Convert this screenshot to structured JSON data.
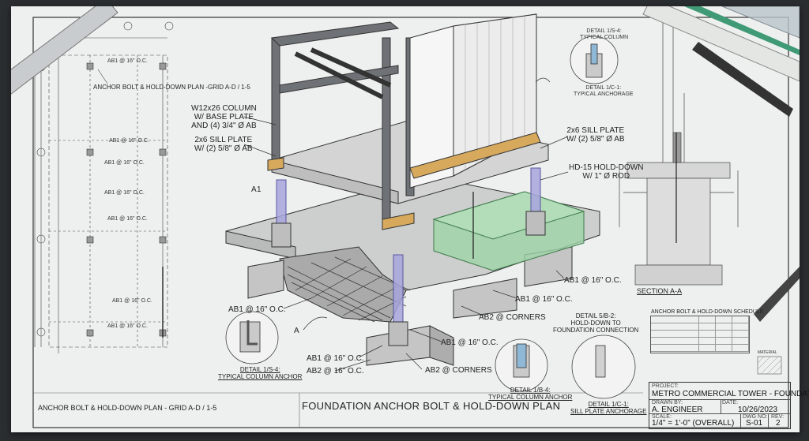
{
  "title_main": "FOUNDATION ANCHOR BOLT & HOLD-DOWN PLAN",
  "plan": {
    "title": "ANCHOR BOLT & HOLD-DOWN PLAN - GRID A-D / 1-5",
    "callout": "ANCHOR BOLT & HOLD-DOWN PLAN -GRID A-D / 1-5",
    "notes": [
      "AB1 @ 16\" O.C.",
      "AB1 @ 16\" O.C.",
      "AB1 @ 16\" O.C.",
      "AB1 @ 16\" O.C.",
      "AB1 @ 16\" O.C.",
      "AB1 @ 16\" O.C.",
      "AB1 @ 16\" O.C."
    ]
  },
  "iso_labels": {
    "column": "W12x26 COLUMN\nW/ BASE PLATE\nAND (4) 3/4\" Ø AB",
    "sill_left": "2x6 SILL PLATE\nW/ (2) 5/8\" Ø AB",
    "sill_right": "2x6 SILL PLATE\nW/ (2) 5/8\" Ø AB",
    "holddown": "HD-15 HOLD-DOWN\nW/ 1\" Ø ROD",
    "ab1_r1": "AB1 @ 16\" O.C.",
    "ab1_r2": "AB1 @ 16\" O.C.",
    "ab2_corners_1": "AB2 @ CORNERS",
    "ab1_l1": "AB1 @ 16\" O.C.",
    "ab1_c1": "AB1 @ 16\" O.C.",
    "ab1_c2": "AB1 @ 16\" O.C.",
    "ab2_c1": "AB2 @ 16\" O.C.",
    "ab2_corners_2": "AB2 @ CORNERS",
    "section_a_top": "A1",
    "section_a_bottom": "A"
  },
  "details": {
    "d1": "DETAIL 1/S-4:\nTYPICAL COLUMN ANCHOR",
    "d2": "DETAIL 5/B-2:\nHOLD-DOWN TO\nFOUNDATION CONNECTION",
    "d3": "DETAIL 1/B-4:\nTYPICAL COLUMN ANCHOR",
    "d4": "DETAIL 1/C-1:\nSILL PLATE ANCHORAGE",
    "top1": "DETAIL 1/S-4:\nTYPICAL COLUMN",
    "top2": "DETAIL 1/C-1:\nTYPICAL ANCHORAGE",
    "section": "SECTION A-A",
    "schedule": "ANCHOR BOLT & HOLD-DOWN SCHEDULE",
    "material": "MATERIAL"
  },
  "title_block": {
    "project_label": "PROJECT:",
    "project": "METRO COMMERCIAL TOWER - FOUNDATION",
    "drawn_label": "DRAWN BY:",
    "drawn": "A. ENGINEER",
    "date_label": "DATE:",
    "date": "10/26/2023",
    "scale_label": "SCALE:",
    "scale": "1/4\" = 1'-0\" (OVERALL)",
    "dwg_label": "DWG NO:",
    "dwg": "S-01",
    "rev_label": "REV:",
    "rev": "2"
  },
  "colors": {
    "paper": "#eef0ef",
    "line": "#2a2a2a",
    "concrete": "#cfd0cf",
    "green_glass": "#9fd3a8",
    "purple": "#a7a4dc",
    "wood": "#d7a95d"
  }
}
